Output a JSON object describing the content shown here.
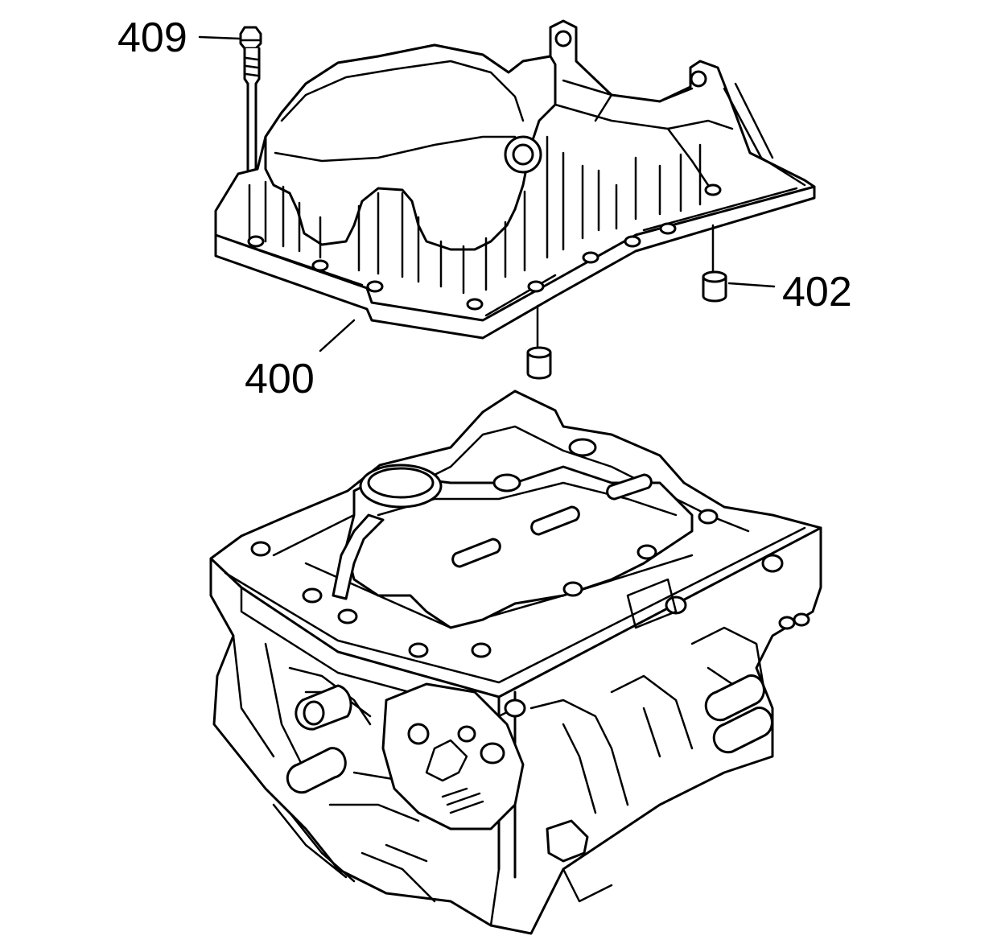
{
  "callouts": {
    "bolt": "409",
    "oil_pan": "400",
    "dowel": "402"
  }
}
